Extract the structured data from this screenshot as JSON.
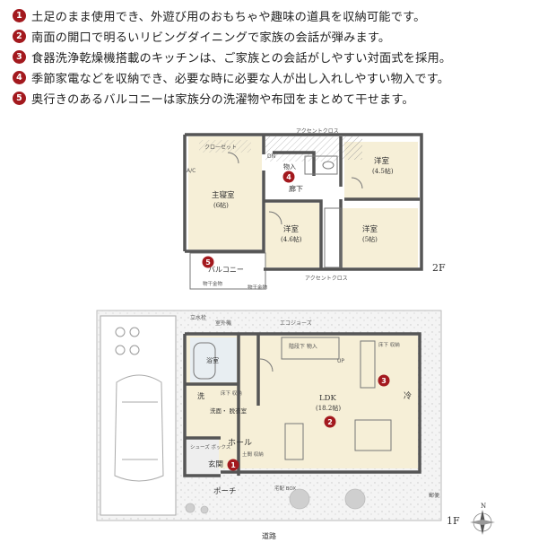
{
  "notes": [
    {
      "n": "1",
      "text": "土足のまま使用でき、外遊び用のおもちゃや趣味の道具を収納可能です。"
    },
    {
      "n": "2",
      "text": "南面の開口で明るいリビングダイニングで家族の会話が弾みます。"
    },
    {
      "n": "3",
      "text": "食器洗浄乾燥機搭載のキッチンは、ご家族との会話がしやすい対面式を採用。"
    },
    {
      "n": "4",
      "text": "季節家電などを収納でき、必要な時に必要な人が出し入れしやすい物入です。"
    },
    {
      "n": "5",
      "text": "奥行きのあるバルコニーは家族分の洗濯物や布団をまとめて干せます。"
    }
  ],
  "floor2": {
    "level": "2F",
    "accent_cross": "アクセントクロス",
    "closet": "クローゼット",
    "master_bedroom": "主寝室",
    "master_size": "(6帖)",
    "storage": "物入",
    "corridor": "廊下",
    "room_ne": "洋室",
    "room_ne_size": "(4.5帖)",
    "room_sw": "洋室",
    "room_sw_size": "(4.6帖)",
    "room_se": "洋室",
    "room_se_size": "(5帖)",
    "closet_short": "クロー\nゼット",
    "balcony": "バルコニー",
    "dryer1": "物干金物",
    "dryer2": "物干金物",
    "dn": "DN",
    "ac": "A/C",
    "marker4": "4",
    "marker5": "5"
  },
  "floor1": {
    "level": "1F",
    "water_tap": "立水栓",
    "outdoor_unit": "室外機",
    "ecojozu": "エコジョーズ",
    "bath": "浴室",
    "wash": "洗",
    "powder": "洗面・\n脱衣室",
    "floor_storage1": "床下\n収納",
    "floor_storage2": "床下\n収納",
    "under_stairs": "階段下\n物入",
    "up": "UP",
    "ldk": "LDK",
    "ldk_size": "(18.2帖)",
    "fridge": "冷",
    "hall": "ホール",
    "shoes": "シューズ\nボックス",
    "entrance": "玄関",
    "entrance_storage": "土間\n収納",
    "porch": "ポーチ",
    "delivery": "宅配\nBOX",
    "mailbox": "郵便",
    "road": "道路",
    "marker1": "1",
    "marker2": "2",
    "marker3": "3",
    "north": "N"
  },
  "colors": {
    "marker": "#a3191e",
    "floor": "#f6efd7",
    "wall": "#555555",
    "greenery": "#cfcfcf"
  }
}
